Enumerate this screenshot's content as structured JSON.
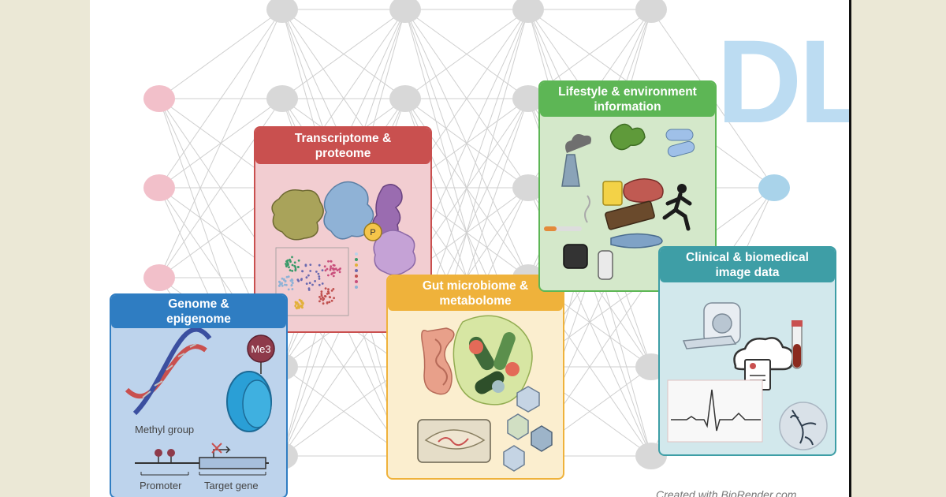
{
  "title": "DL",
  "panels": {
    "genome": {
      "title": "Genome &\nepigenome",
      "label_methyl": "Methyl group",
      "label_me3": "Me3",
      "label_promoter": "Promoter",
      "label_target": "Target gene",
      "color": "#2f7dc2"
    },
    "transcriptome": {
      "title": "Transcriptome &\nproteome",
      "label_p": "P",
      "color": "#c9504f"
    },
    "microbiome": {
      "title": "Gut microbiome &\nmetabolome",
      "color": "#efb23b"
    },
    "lifestyle": {
      "title": "Lifestyle & environment\ninformation",
      "color": "#5db655"
    },
    "clinical": {
      "title": "Clinical  & biomedical\nimage data",
      "color": "#3e9ea6"
    }
  },
  "footer": "Created with BioRender.com",
  "colors": {
    "input_node": "#f2c0ca",
    "hidden_node": "#d8d8d8",
    "output_node": "#a9d3ea",
    "edge": "#cfcfcf"
  }
}
